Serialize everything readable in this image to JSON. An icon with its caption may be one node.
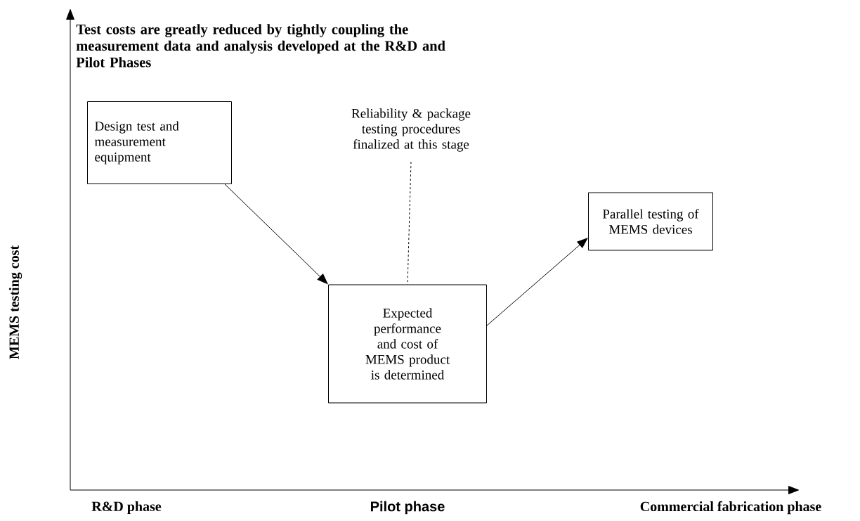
{
  "diagram": {
    "title": "Test costs are greatly reduced by tightly coupling the measurement data and analysis developed at the R&D and Pilot Phases",
    "nodes": [
      {
        "text": [
          "Design test and measurement equipment"
        ]
      },
      {
        "text": [
          "Reliability & package testing procedures finalized at this stage"
        ]
      },
      {
        "text": [
          "Expected performance and cost of MEMS product is determined"
        ]
      },
      {
        "text": [
          "Parallel testing of MEMS devices"
        ]
      }
    ],
    "edges": [
      {
        "from": 0,
        "to": 2,
        "arrow": "to"
      },
      {
        "from": 1,
        "to": 2,
        "arrow": "none",
        "style": "dashed"
      },
      {
        "from": 2,
        "to": 3,
        "arrow": "to"
      }
    ],
    "labels": [
      "MEMS testing cost",
      "R&D phase",
      "Pilot phase",
      "Commercial fabrication phase"
    ]
  }
}
